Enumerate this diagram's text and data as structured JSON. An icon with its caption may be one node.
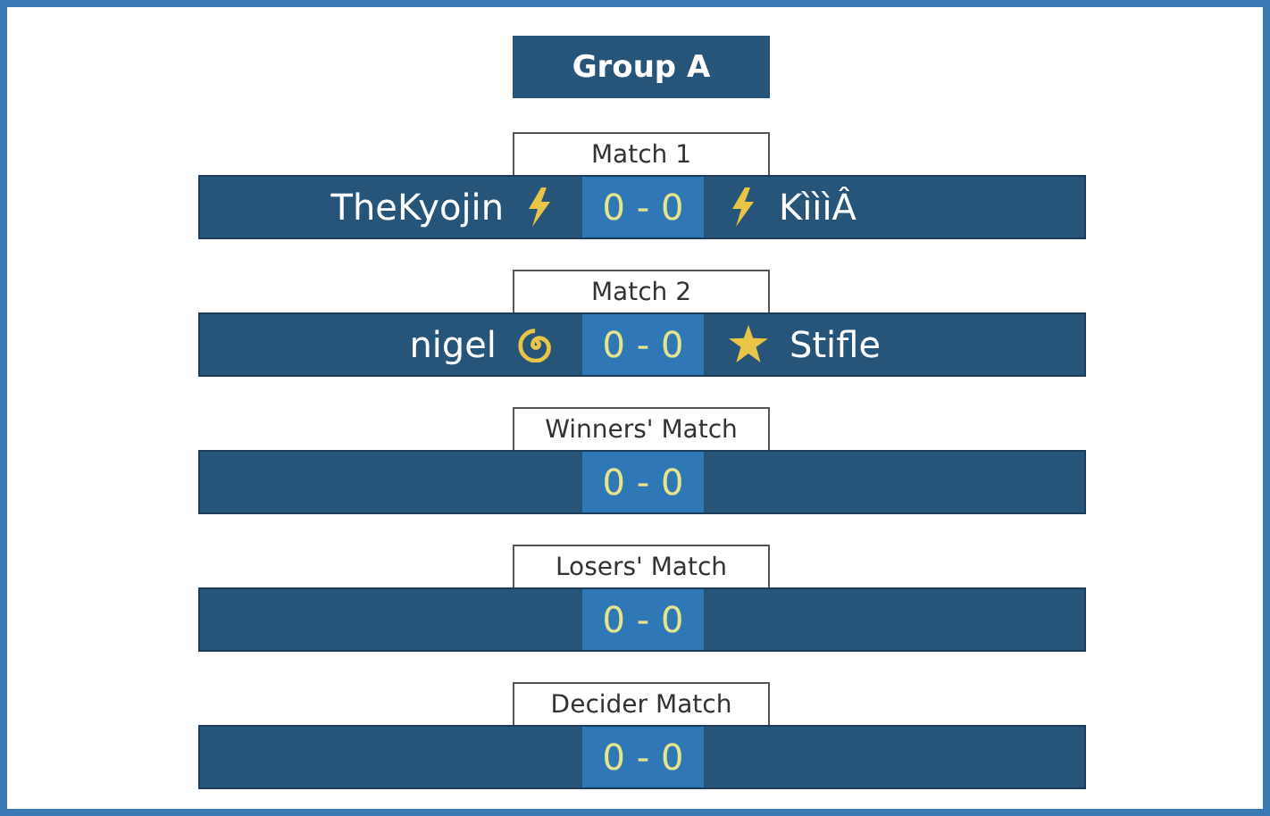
{
  "diagram": {
    "nodes": [
      {
        "text": [
          "Group A"
        ]
      },
      {
        "text": [
          "Match 1"
        ]
      },
      {
        "text": [
          "TheKyojin",
          "KìììÂ"
        ]
      },
      {
        "text": [
          "0 - 0"
        ],
        "in": 2
      },
      {
        "text": [
          "Match 2"
        ]
      },
      {
        "text": [
          "nigel",
          "Stifle"
        ]
      },
      {
        "text": [
          "0 - 0"
        ],
        "in": 5
      },
      {
        "text": [
          "Winners' Match"
        ]
      },
      {
        "text": [],
        "shape": "bar"
      },
      {
        "text": [
          "0 - 0"
        ],
        "in": 8
      },
      {
        "text": [
          "Losers' Match"
        ]
      },
      {
        "text": [],
        "shape": "bar"
      },
      {
        "text": [
          "0 - 0"
        ],
        "in": 11
      },
      {
        "text": [
          "Decider Match"
        ]
      },
      {
        "text": [],
        "shape": "bar"
      },
      {
        "text": [
          "0 - 0"
        ],
        "in": 14
      }
    ]
  }
}
